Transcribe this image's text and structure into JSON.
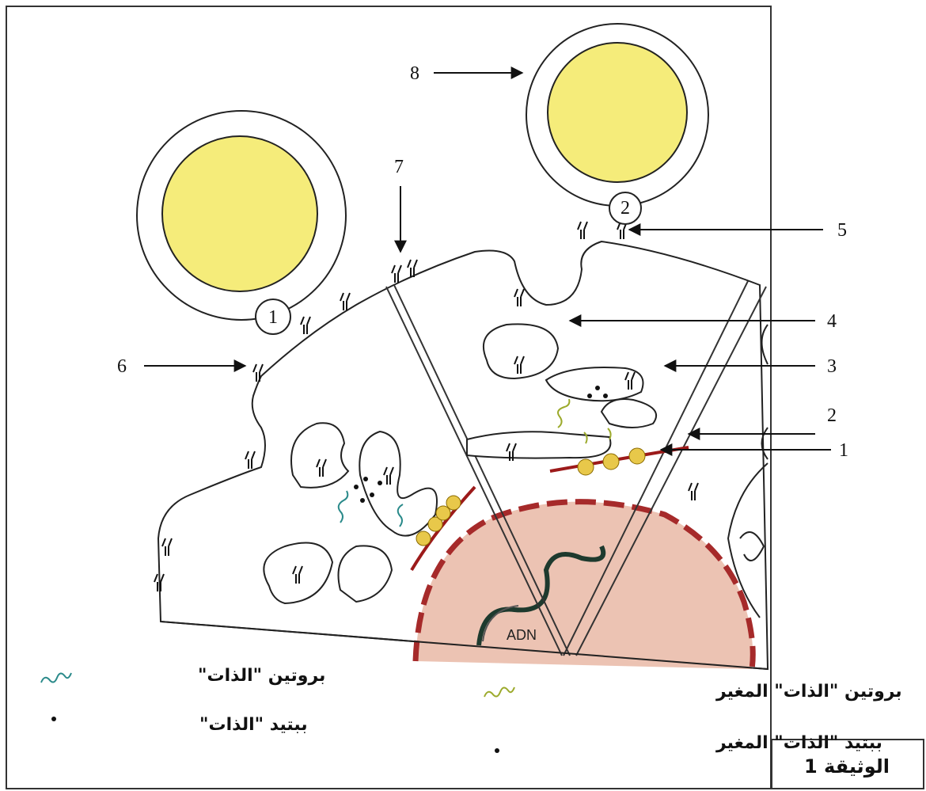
{
  "labels": {
    "n1": "1",
    "n2": "2",
    "n3": "3",
    "n4": "4",
    "n5": "5",
    "n6": "6",
    "n7": "7",
    "n8": "8",
    "cell1": "1",
    "cell2": "2",
    "adn": "ADN"
  },
  "legend": {
    "self_protein": "بروتين \"الذات\"",
    "self_peptide": "ببتيد \"الذات\"",
    "altered_protein": "بروتين \"الذات\" المغير",
    "altered_peptide": "ببتيد \"الذات\" المغير"
  },
  "caption": "الوثيقة 1",
  "colors": {
    "cytoplasm": "#ffffff",
    "lymphocyte_nucleus": "#f5ec7a",
    "cell_nucleus": "#e9b9a6",
    "ribosome": "#e8c84a",
    "er_strand": "#9c1a1a",
    "self_protein": "#2a8a8a",
    "altered_protein": "#9caa2c",
    "dna": "#1e3a2e"
  }
}
